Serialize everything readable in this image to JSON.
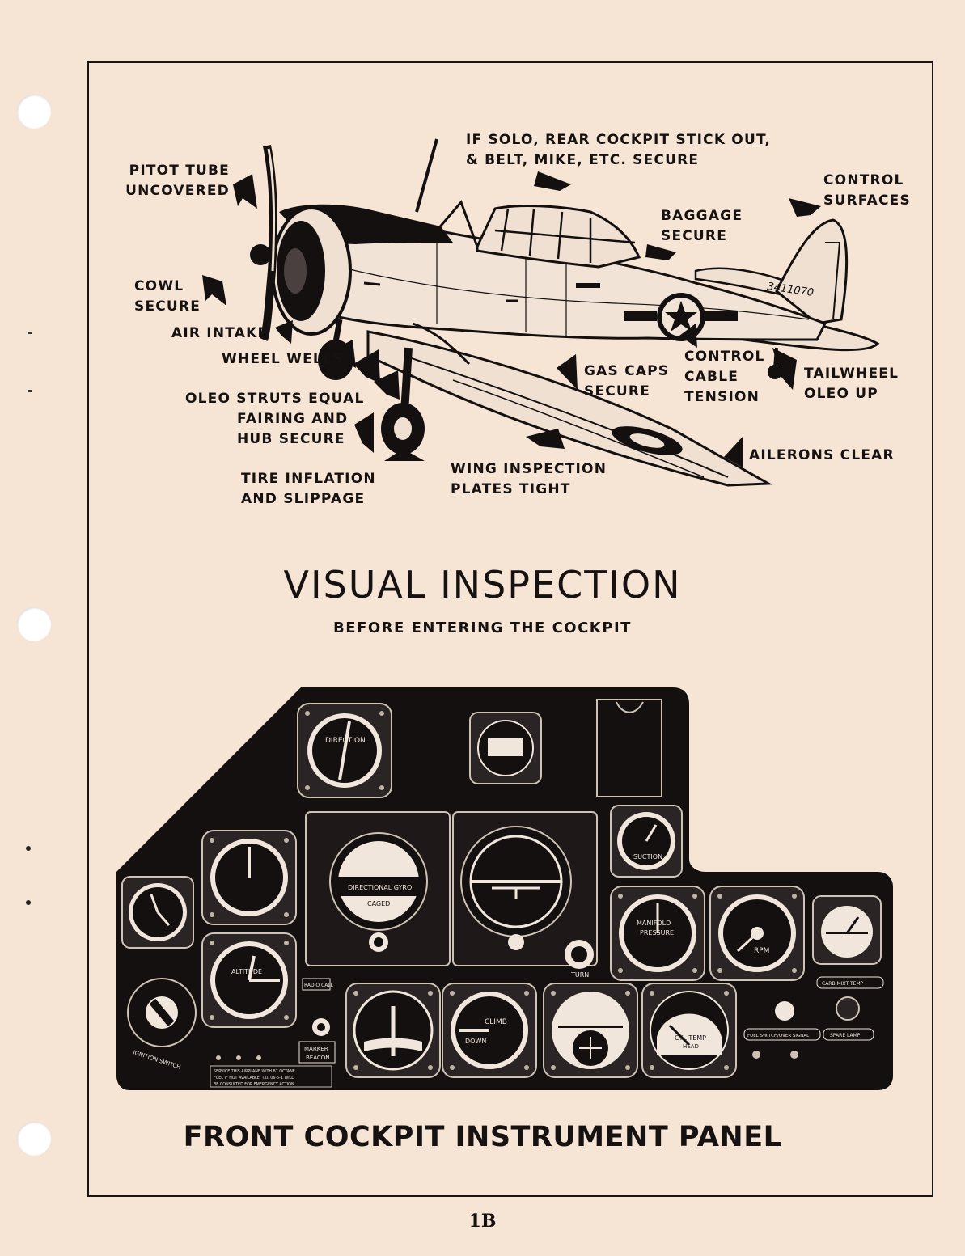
{
  "labels": {
    "pitot": [
      "PITOT TUBE",
      "UNCOVERED"
    ],
    "solo": [
      "IF SOLO, REAR COCKPIT STICK OUT,",
      "& BELT, MIKE, ETC. SECURE"
    ],
    "control_surfaces": [
      "CONTROL",
      "SURFACES"
    ],
    "baggage": [
      "BAGGAGE",
      "SECURE"
    ],
    "cowl": [
      "COWL",
      "SECURE"
    ],
    "air_intake": "AIR INTAKE",
    "wheel_wells": "WHEEL WELLS",
    "oleo": [
      "OLEO STRUTS EQUAL",
      "FAIRING AND",
      "HUB SECURE"
    ],
    "gas_caps": [
      "GAS CAPS",
      "SECURE"
    ],
    "cable": [
      "CONTROL",
      "CABLE",
      "TENSION"
    ],
    "tailwheel": [
      "TAILWHEEL",
      "OLEO UP"
    ],
    "ailerons": "AILERONS CLEAR",
    "tire": [
      "TIRE INFLATION",
      "AND SLIPPAGE"
    ],
    "wing_plates": [
      "WING INSPECTION",
      "PLATES TIGHT"
    ]
  },
  "aircraft_serial": "3411070",
  "section_title": "VISUAL INSPECTION",
  "section_subtitle": "BEFORE ENTERING THE COCKPIT",
  "panel": {
    "gauges": {
      "direction": "DIRECTION",
      "directional_gyro": "DIRECTIONAL GYRO",
      "caged": "CAGED",
      "suction": "SUCTION",
      "manifold": "MANIFOLD",
      "pressure": "PRESSURE",
      "rpm": "RPM",
      "climb": "CLIMB",
      "down": "DOWN",
      "cyl_temp": "CYL TEMP",
      "head": "HEAD",
      "altitude": "ALTITUDE",
      "turn": "TURN"
    },
    "placards": {
      "radio_call": "RADIO CALL",
      "marker_beacon": [
        "MARKER",
        "BEACON"
      ],
      "ignition_switch": "IGNITION SWITCH",
      "carb_mixt_temp": "CARB MIXT TEMP",
      "fuel_switch": "FUEL SWITCH/OVER SIGNAL",
      "spare_lamp": "SPARE LAMP",
      "service_note": [
        "SERVICE THIS AIRPLANE WITH 87 OCTANE",
        "FUEL IF NOT AVAILABLE, T.O. 06-5-1 WILL",
        "BE CONSULTED FOR EMERGENCY ACTION"
      ]
    }
  },
  "panel_title": "FRONT COCKPIT INSTRUMENT PANEL",
  "page_number": "1B"
}
